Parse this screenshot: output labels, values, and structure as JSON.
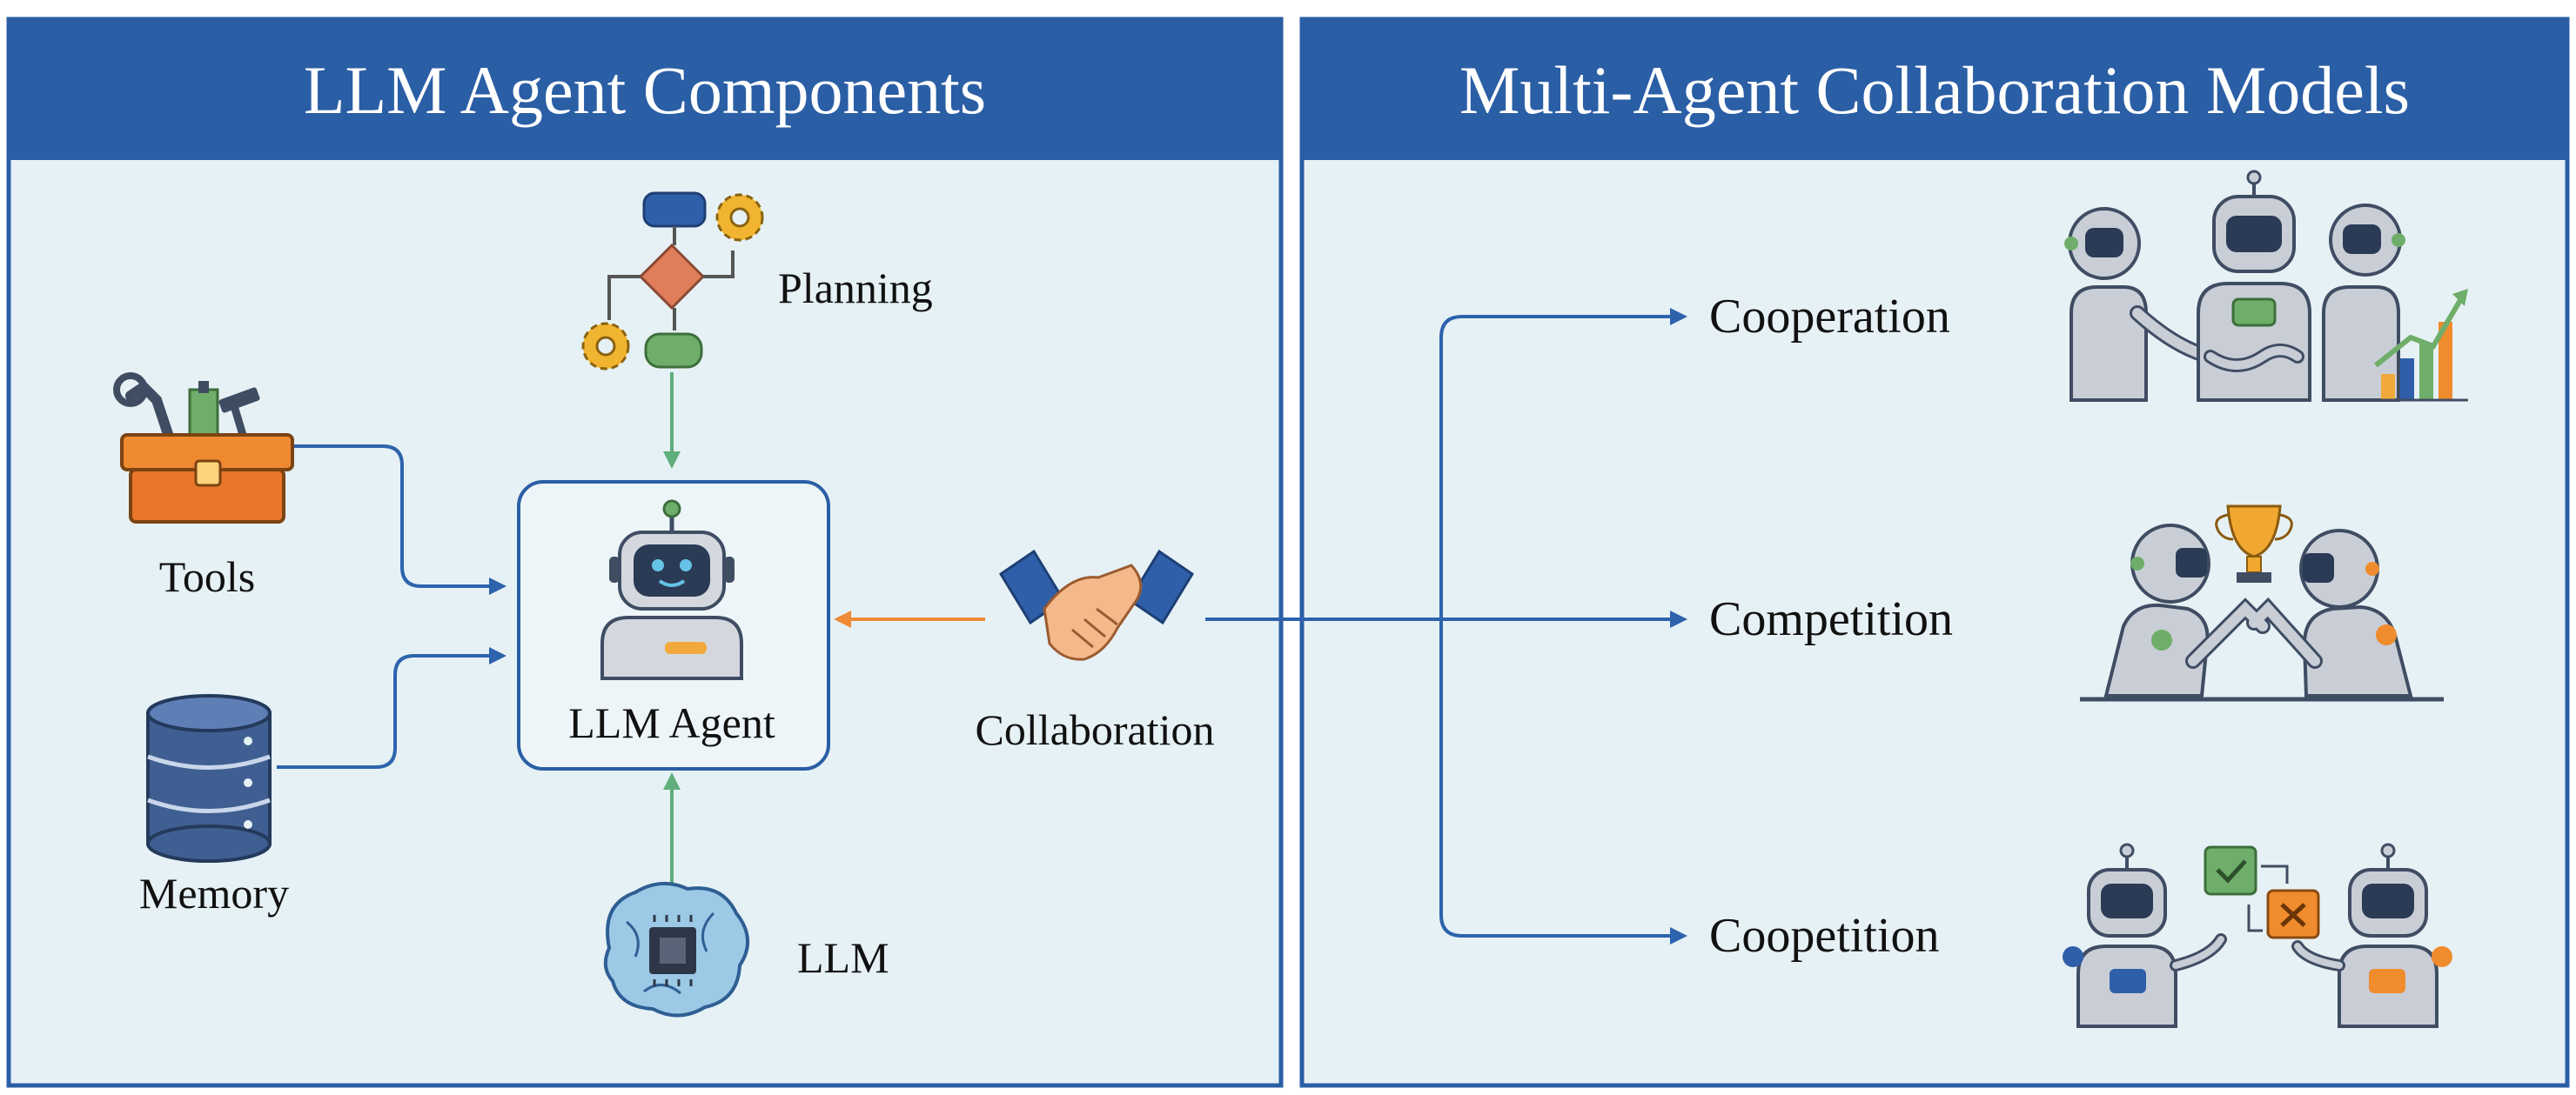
{
  "left_panel": {
    "title": "LLM Agent Components"
  },
  "right_panel": {
    "title": "Multi-Agent Collaboration Models"
  },
  "components": {
    "planning": "Planning",
    "tools": "Tools",
    "memory": "Memory",
    "agent": "LLM Agent",
    "collaboration": "Collaboration",
    "llm": "LLM"
  },
  "models": {
    "cooperation": "Cooperation",
    "competition": "Competition",
    "coopetition": "Coopetition"
  },
  "colors": {
    "header_blue": "#2a5ea5",
    "panel_fill": "#e6f1f5",
    "arrow_blue": "#2d63ad",
    "arrow_green": "#5fae7c",
    "arrow_orange": "#ee8a35",
    "robot_gray": "#c9ced6",
    "robot_dark": "#3f4d63",
    "accent_green": "#6fae6a",
    "accent_orange": "#ef8c2e"
  }
}
